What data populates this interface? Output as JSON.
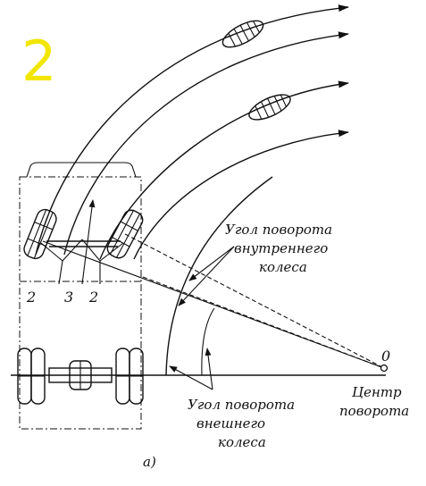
{
  "figure": {
    "number": "2",
    "number_color": "#f2e600",
    "subfigure_label": "a)",
    "labels": {
      "inner_angle": [
        "Угол поворота",
        "внутреннего",
        "колеса"
      ],
      "outer_angle": [
        "Угол поворота",
        "внешнего",
        "колеса"
      ],
      "center": [
        "Центр",
        "поворота"
      ],
      "center_point": "0",
      "part_2_left": "2",
      "part_3": "3",
      "part_2_right": "2"
    }
  }
}
